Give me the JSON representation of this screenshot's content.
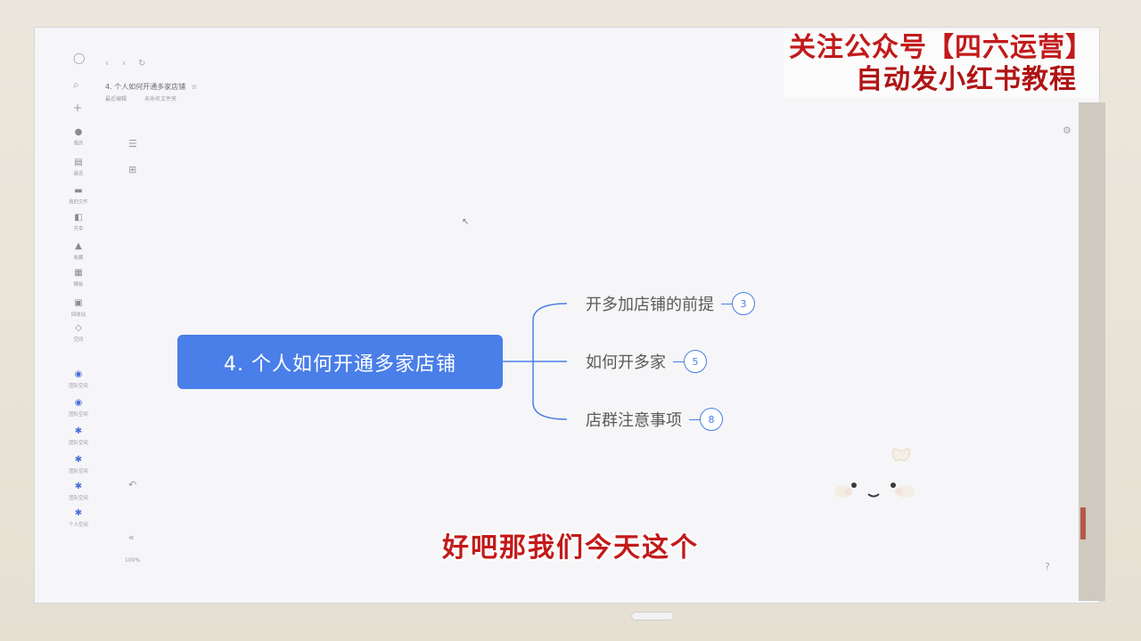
{
  "watermark": {
    "line1": "关注公众号【四六运营】",
    "line2": "自动发小红书教程"
  },
  "document": {
    "title": "4. 个人如何开通多家店铺",
    "subtitle_left": "最近编辑",
    "subtitle_right": "未命名文件夹"
  },
  "sidebar": {
    "items": [
      {
        "icon": "search-icon",
        "label": ""
      },
      {
        "icon": "plus-icon",
        "label": ""
      },
      {
        "icon": "avatar-icon",
        "label": "我的"
      },
      {
        "icon": "file-icon",
        "label": "最近"
      },
      {
        "icon": "folder-icon",
        "label": "我的文件"
      },
      {
        "icon": "share-icon",
        "label": "共享"
      },
      {
        "icon": "star-icon",
        "label": "收藏"
      },
      {
        "icon": "template-icon",
        "label": "模板"
      },
      {
        "icon": "trash-icon",
        "label": "回收站"
      },
      {
        "icon": "cloud-icon",
        "label": "空间"
      }
    ],
    "spaces": [
      {
        "icon": "workspace-icon",
        "label": "团队空间"
      },
      {
        "icon": "workspace-icon",
        "label": "团队空间"
      },
      {
        "icon": "workspace-icon",
        "label": "团队空间"
      },
      {
        "icon": "workspace-icon",
        "label": "团队空间"
      },
      {
        "icon": "workspace-icon",
        "label": "团队空间"
      },
      {
        "icon": "workspace-icon",
        "label": "个人空间"
      }
    ]
  },
  "mindmap": {
    "root": "4. 个人如何开通多家店铺",
    "branches": [
      {
        "label": "开多加店铺的前提",
        "count": "3"
      },
      {
        "label": "如何开多家",
        "count": "5"
      },
      {
        "label": "店群注意事项",
        "count": "8"
      }
    ]
  },
  "subtitle": "好吧那我们今天这个",
  "colors": {
    "root_fill": "#4a7ee8",
    "badge_stroke": "#4a7ee8",
    "watermark_red": "#c21a1a"
  }
}
